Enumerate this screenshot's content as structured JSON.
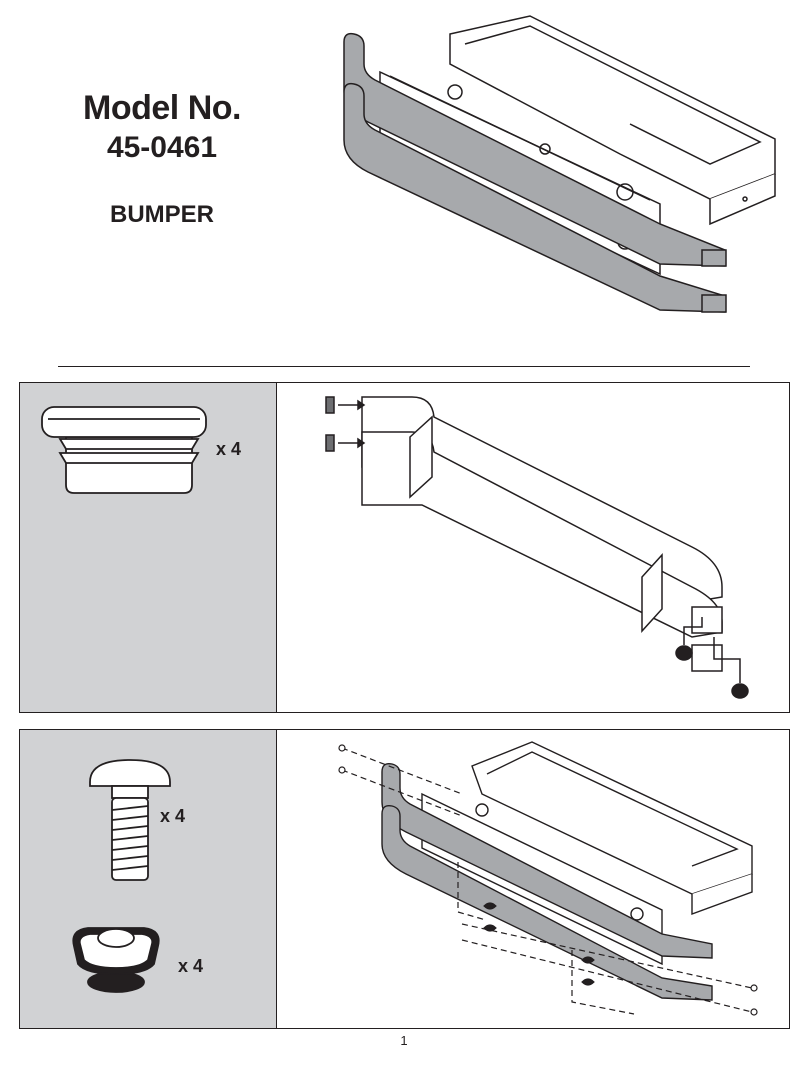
{
  "header": {
    "model_label": "Model No.",
    "model_number": "45-0461",
    "product_name": "BUMPER"
  },
  "steps": [
    {
      "parts": [
        {
          "icon": "end-cap-plug-icon",
          "quantity": "x 4"
        }
      ]
    },
    {
      "parts": [
        {
          "icon": "carriage-bolt-icon",
          "quantity": "x 4"
        },
        {
          "icon": "wing-nut-icon",
          "quantity": "x 4"
        }
      ]
    }
  ],
  "footer": {
    "page_number": "1"
  },
  "colors": {
    "tube_fill": "#a7a9ac",
    "panel_gray": "#d1d2d4",
    "ink": "#231f20"
  }
}
